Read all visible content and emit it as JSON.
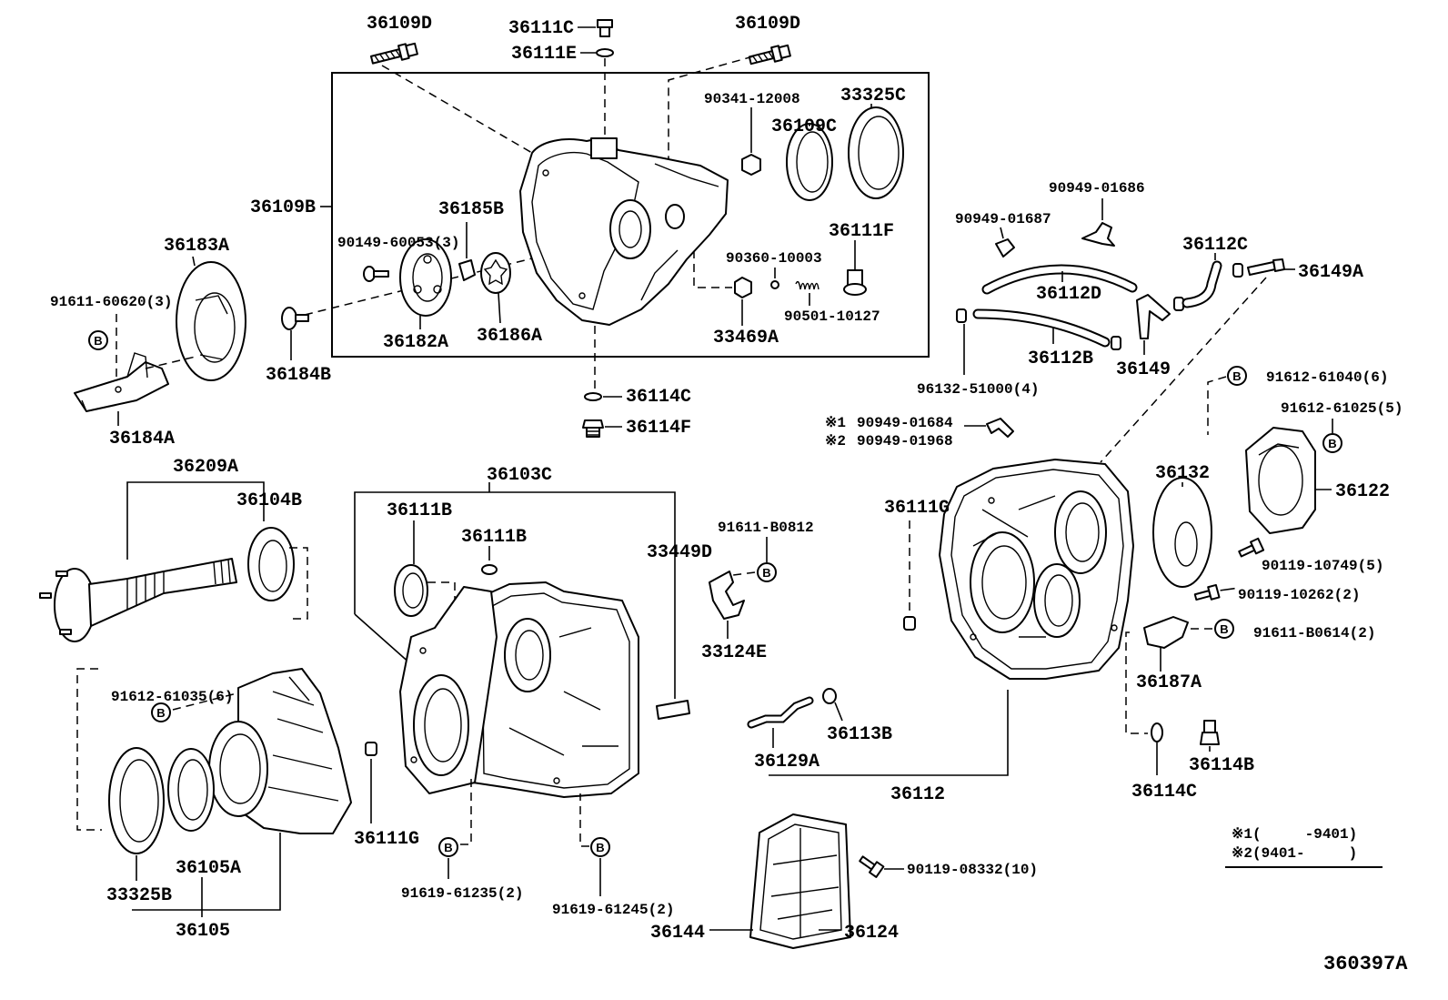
{
  "labels": {
    "p36109D_left": "36109D",
    "p36111C": "36111C",
    "p36111E": "36111E",
    "p36109D_right": "36109D",
    "p90341_12008": "90341-12008",
    "p33325C": "33325C",
    "p36109C": "36109C",
    "p36109B": "36109B",
    "p36185B": "36185B",
    "p90149_60053": "90149-60053(3)",
    "p36111F": "36111F",
    "p90360_10003": "90360-10003",
    "p90501_10127": "90501-10127",
    "p36182A": "36182A",
    "p36186A": "36186A",
    "p33469A": "33469A",
    "p36183A": "36183A",
    "p91611_60620": "91611-60620(3)",
    "p36184B": "36184B",
    "p36184A": "36184A",
    "p36114C_top": "36114C",
    "p36114F": "36114F",
    "p90949_01686": "90949-01686",
    "p90949_01687": "90949-01687",
    "p36112C": "36112C",
    "p36149A": "36149A",
    "p36112D": "36112D",
    "p36112B": "36112B",
    "p36149": "36149",
    "p96132_51000": "96132-51000(4)",
    "p90949_01684": "90949-01684",
    "p90949_01968": "90949-01968",
    "p91612_61040": "91612-61040(6)",
    "p91612_61025": "91612-61025(5)",
    "p36132": "36132",
    "p36122": "36122",
    "p36111G_right": "36111G",
    "p90119_10749": "90119-10749(5)",
    "p90119_10262": "90119-10262(2)",
    "p91611_B0614": "91611-B0614(2)",
    "p36187A": "36187A",
    "p36114B": "36114B",
    "p36114C_right": "36114C",
    "p36112": "36112",
    "p36209A": "36209A",
    "p36104B": "36104B",
    "p36103C": "36103C",
    "p36111B_a": "36111B",
    "p36111B_b": "36111B",
    "p33449D": "33449D",
    "p91611_B0812": "91611-B0812",
    "p33124E": "33124E",
    "p91612_61035": "91612-61035(6)",
    "p36113B": "36113B",
    "p36129A": "36129A",
    "p36111G_left": "36111G",
    "p33325B": "33325B",
    "p36105A": "36105A",
    "p36105": "36105",
    "p91619_61235": "91619-61235(2)",
    "p91619_61245": "91619-61245(2)",
    "p90119_08332": "90119-08332(10)",
    "p36144": "36144",
    "p36124": "36124"
  },
  "markers": {
    "b": "B"
  },
  "notes": {
    "sym1": "※1",
    "sym2": "※2",
    "footnote1": "※1(     -9401)",
    "footnote2": "※2(9401-     )"
  },
  "diagram_code": "360397A"
}
